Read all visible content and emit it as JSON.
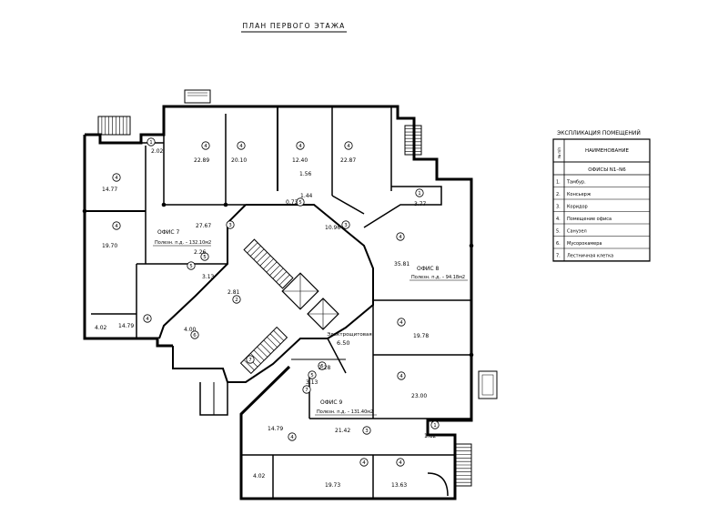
{
  "title": "ПЛАН ПЕРВОГО ЭТАЖА",
  "legend": {
    "heading": "ЭКСПЛИКАЦИЯ ПОМЕЩЕНИЙ",
    "col_num": "№ п/п",
    "col_name": "НАИМЕНОВАНИЕ",
    "group": "ОФИСЫ N1–N6",
    "rows": [
      {
        "n": "1.",
        "name": "Тамбур."
      },
      {
        "n": "2.",
        "name": "Консьерж"
      },
      {
        "n": "3.",
        "name": "Коридор"
      },
      {
        "n": "4.",
        "name": "Помещение офиса"
      },
      {
        "n": "5.",
        "name": "Санузел"
      },
      {
        "n": "6.",
        "name": "Мусорокамера"
      },
      {
        "n": "7.",
        "name": "Лестничная клетка"
      }
    ]
  },
  "offices": {
    "o7": {
      "name": "ОФИС 7",
      "area": "Полезн. п.д. – 132.10м2"
    },
    "o8": {
      "name": "ОФИС 8",
      "area": "Полезн. п.д. – 94.18м2"
    },
    "o9": {
      "name": "ОФИС 9",
      "area": "Полезн. п.д. – 131.40м2"
    }
  },
  "elec": {
    "name": "Электрощитовая",
    "area": "6.50"
  },
  "rooms": {
    "r1": {
      "type": "1",
      "area": "2.02"
    },
    "r2": {
      "type": "4",
      "area": "22.89"
    },
    "r3": {
      "type": "4",
      "area": "20.10"
    },
    "r4": {
      "type": "4",
      "area": "12.40"
    },
    "r5": {
      "type": "4",
      "area": "22.87"
    },
    "r6": {
      "type": "4",
      "area": "14.77"
    },
    "r7": {
      "type": "4",
      "area": "19.70"
    },
    "r8": {
      "type": "3",
      "area": "27.67"
    },
    "r9": {
      "type": "",
      "area": "1.56"
    },
    "r10": {
      "type": "5",
      "area": "0.73"
    },
    "r11": {
      "type": "",
      "area": "1.44"
    },
    "r12": {
      "type": "3",
      "area": "10.96"
    },
    "r13": {
      "type": "1",
      "area": "3.77"
    },
    "r14": {
      "type": "4",
      "area": "35.81"
    },
    "r15": {
      "type": "5",
      "area": "2.26"
    },
    "r16": {
      "type": "5",
      "area": "3.13"
    },
    "r17": {
      "type": "2",
      "area": "2.81"
    },
    "r18": {
      "type": "6",
      "area": "4.00"
    },
    "r19": {
      "type": "4",
      "area": "14.79"
    },
    "r20": {
      "type": "",
      "area": "4.02"
    },
    "r21": {
      "type": "4",
      "area": "19.78"
    },
    "r22": {
      "type": "4",
      "area": "23.00"
    },
    "r23": {
      "type": "5",
      "area": "2.28"
    },
    "r24": {
      "type": "5",
      "area": "3.13"
    },
    "r25": {
      "type": "4",
      "area": "14.79"
    },
    "r26": {
      "type": "3",
      "area": "21.42"
    },
    "r27": {
      "type": "1",
      "area": "1.82"
    },
    "r28": {
      "type": "",
      "area": "4.02"
    },
    "r29": {
      "type": "4",
      "area": "19.73"
    },
    "r30": {
      "type": "4",
      "area": "13.63"
    }
  },
  "stair_tags": {
    "s1": "7",
    "s2": "7"
  }
}
